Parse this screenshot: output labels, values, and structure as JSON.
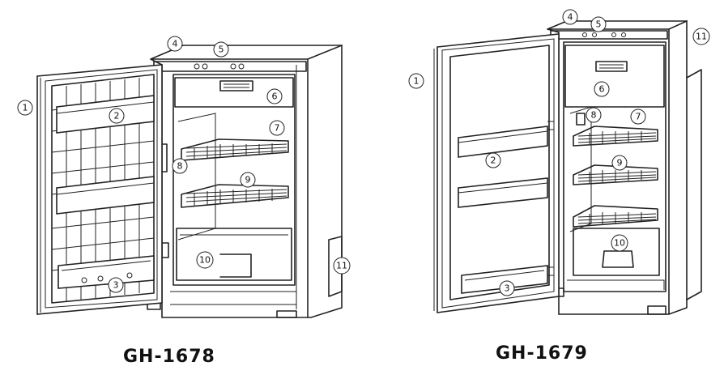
{
  "models": [
    {
      "name": "GH-1678",
      "callouts": {
        "c1": "1",
        "c2": "2",
        "c3": "3",
        "c4": "4",
        "c5": "5",
        "c6": "6",
        "c7": "7",
        "c8": "8",
        "c9": "9",
        "c10": "10",
        "c11": "11"
      }
    },
    {
      "name": "GH-1679",
      "callouts": {
        "c1": "1",
        "c2": "2",
        "c3": "3",
        "c4": "4",
        "c5": "5",
        "c6": "6",
        "c7": "7",
        "c8": "8",
        "c9": "9",
        "c10": "10",
        "c11": "11"
      }
    }
  ],
  "colors": {
    "line": "#222222",
    "background": "#ffffff"
  }
}
